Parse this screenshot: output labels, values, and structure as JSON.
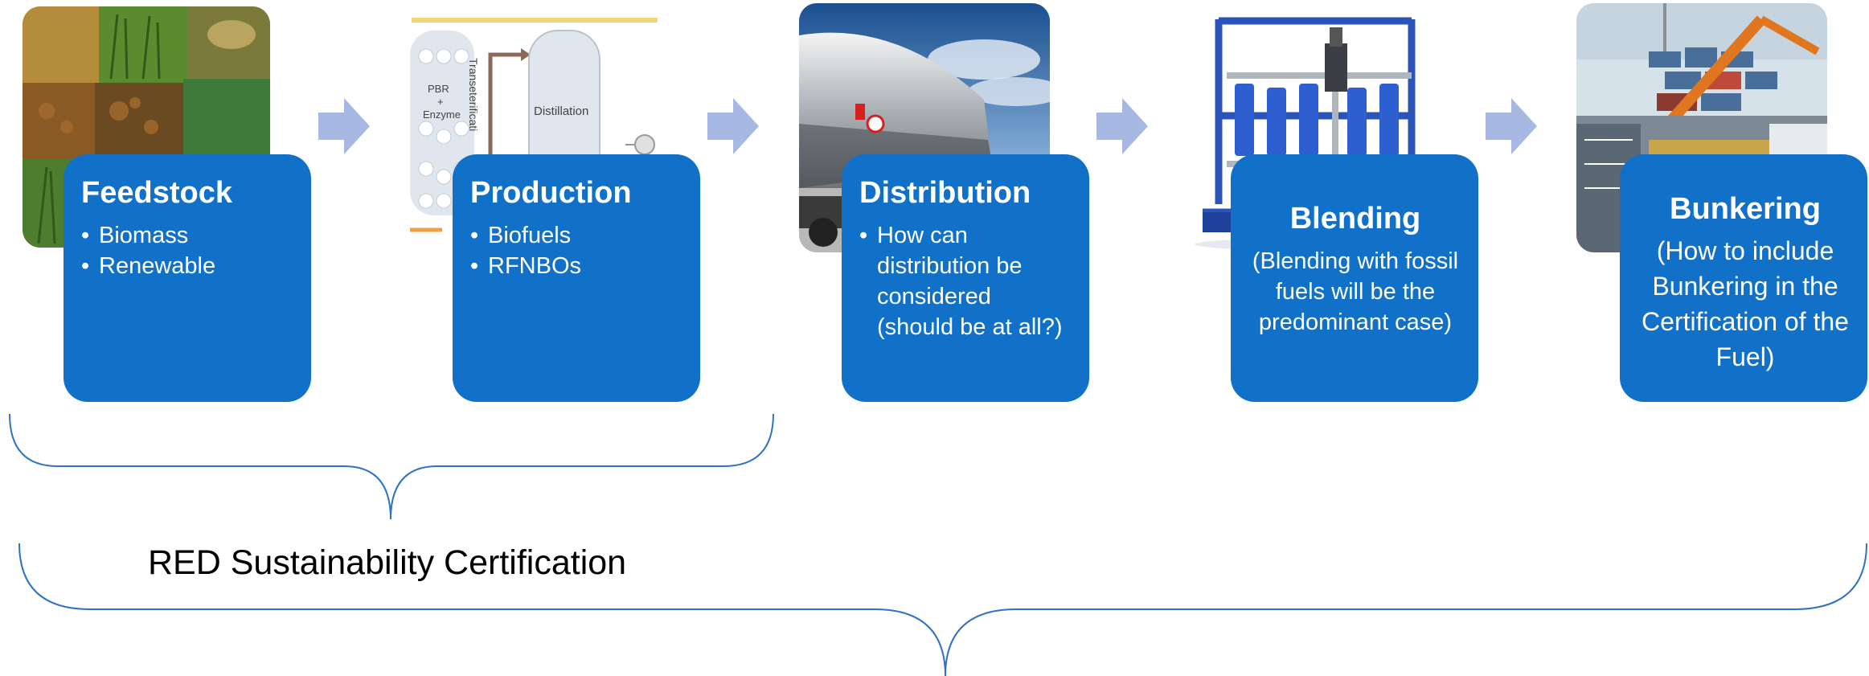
{
  "steps": [
    {
      "title": "Feedstock",
      "bullets": [
        "Biomass",
        "Renewable"
      ]
    },
    {
      "title": "Production",
      "bullets": [
        "Biofuels",
        "RFNBOs"
      ]
    },
    {
      "title": "Distribution",
      "bullets": [
        "How can distribution be considered (should be at all?)"
      ]
    },
    {
      "title": "Blending",
      "description": "(Blending with fossil fuels will be the predominant case)"
    },
    {
      "title": "Bunkering",
      "description": "(How to include Bunkering in the Certification of the Fuel)"
    }
  ],
  "photo_labels": {
    "reactor": "PBR\n+\nEnzyme",
    "distillation": "Distillation",
    "transesterification": "Transeterificati"
  },
  "certification_label": "RED Sustainability Certification",
  "icons": [
    "process-arrow-icon"
  ],
  "colors": {
    "card_blue": "#1170c8",
    "arrow_blue": "#a7b9e2",
    "brace_blue": "#2f74c0",
    "card_text": "#ffffff"
  }
}
